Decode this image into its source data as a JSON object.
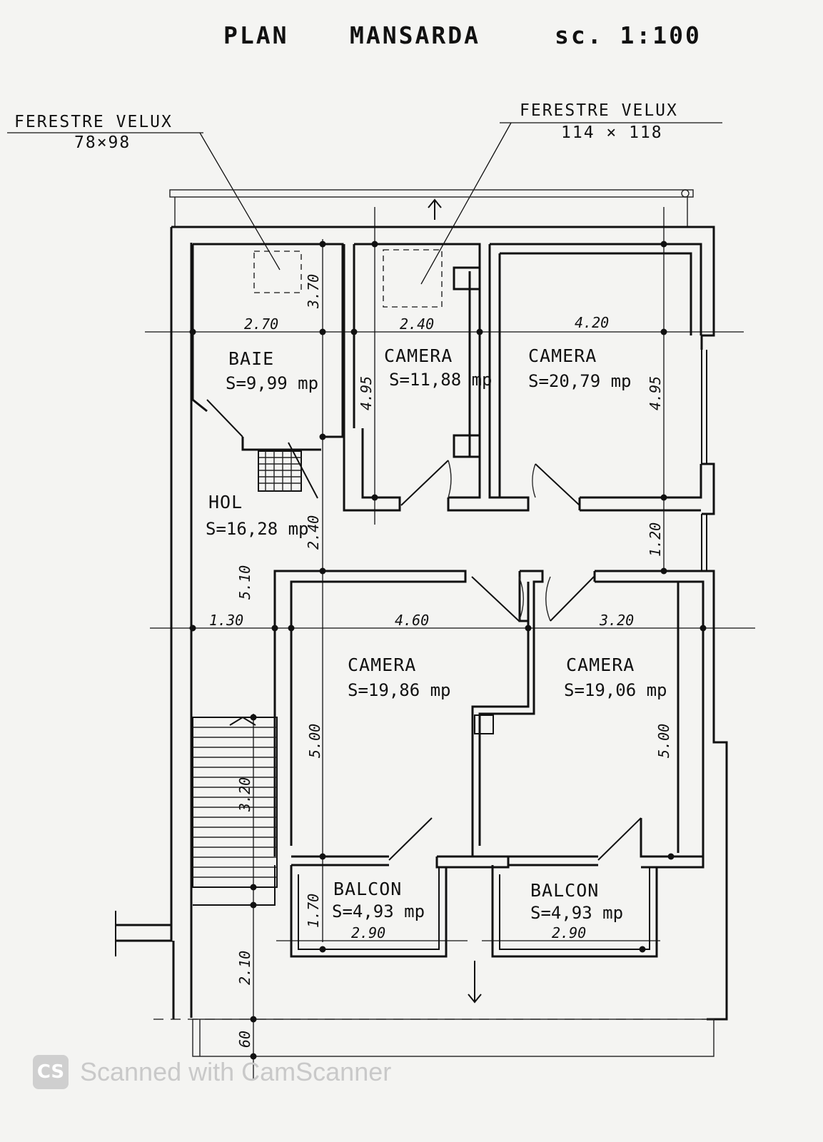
{
  "title": {
    "plan": "PLAN",
    "name": "MANSARDA",
    "scale": "sc. 1:100"
  },
  "velux": [
    {
      "label": "FERESTRE VELUX",
      "size": "78×98"
    },
    {
      "label": "FERESTRE VELUX",
      "size": "114 × 118"
    }
  ],
  "rooms": [
    {
      "name": "BAIE",
      "area": "S=9,99 mp"
    },
    {
      "name": "CAMERA",
      "area": "S=11,88 mp"
    },
    {
      "name": "CAMERA",
      "area": "S=20,79 mp"
    },
    {
      "name": "HOL",
      "area": "S=16,28 mp"
    },
    {
      "name": "CAMERA",
      "area": "S=19,86 mp"
    },
    {
      "name": "CAMERA",
      "area": "S=19,06 mp"
    },
    {
      "name": "BALCON",
      "area": "S=4,93 mp"
    },
    {
      "name": "BALCON",
      "area": "S=4,93 mp"
    }
  ],
  "dimensions": {
    "baie_width": "2.70",
    "baie_depth": "3.70",
    "camera1_width": "2.40",
    "camera2_width": "4.20",
    "camera1_depth": "4.95",
    "camera2_depth": "4.95",
    "hol_top": "2.40",
    "hol_depth": "5.10",
    "corridor_depth": "1.20",
    "hol_width": "1.30",
    "camera3_width": "4.60",
    "camera4_width": "3.20",
    "camera3_depth": "5.00",
    "camera4_depth": "5.00",
    "stair_length": "3.20",
    "balcon_depth": "1.70",
    "balcon1_width": "2.90",
    "balcon2_width": "2.90",
    "lower_depth": "2.10",
    "overhang": "60"
  },
  "watermark": {
    "logo": "CS",
    "text": "Scanned with CamScanner"
  }
}
